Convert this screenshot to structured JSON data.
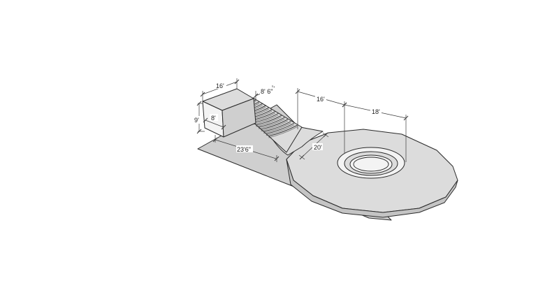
{
  "dimensions": {
    "box_width": "16'",
    "box_height": "9'",
    "box_depth": "8'",
    "stair_width": "8' 6\"",
    "stair_length": "23'6\"",
    "flare_width": "20'",
    "gap_length": "16'",
    "ring_radius": "18'"
  }
}
